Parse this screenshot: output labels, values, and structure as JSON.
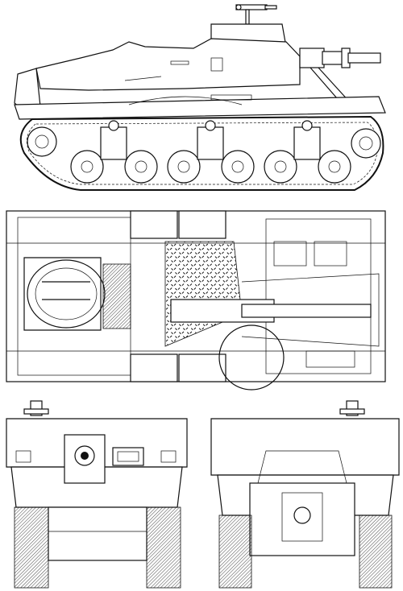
{
  "views": [
    {
      "id": "side",
      "label": ""
    },
    {
      "id": "top",
      "label": ""
    },
    {
      "id": "front",
      "label": ""
    },
    {
      "id": "rear",
      "label": ""
    }
  ],
  "icons": {
    "side": "tank-side-view-icon",
    "top": "tank-top-view-icon",
    "front": "tank-front-view-icon",
    "rear": "tank-rear-view-icon"
  },
  "colors": {
    "ink": "#111111",
    "paper": "#ffffff"
  }
}
